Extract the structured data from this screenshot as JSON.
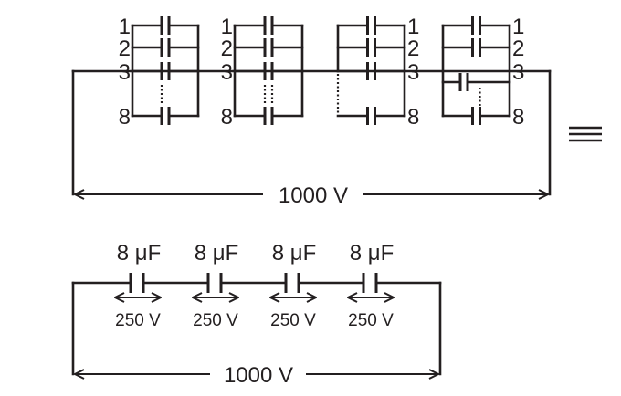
{
  "diagram": {
    "top_circuit": {
      "blocks": [
        {
          "id": "block-1",
          "labels_side": "left",
          "row_labels": [
            "1",
            "2",
            "3",
            "8"
          ]
        },
        {
          "id": "block-2",
          "labels_side": "left",
          "row_labels": [
            "1",
            "2",
            "3",
            "8"
          ]
        },
        {
          "id": "block-3",
          "labels_side": "right",
          "row_labels": [
            "1",
            "2",
            "3",
            "8"
          ]
        },
        {
          "id": "block-4",
          "labels_side": "right",
          "row_labels": [
            "1",
            "2",
            "3",
            "8"
          ]
        }
      ],
      "voltage_label": "1000 V"
    },
    "equivalence_symbol": "≡",
    "bottom_circuit": {
      "capacitors": [
        {
          "capacitance": "8 μF",
          "voltage": "250 V"
        },
        {
          "capacitance": "8 μF",
          "voltage": "250 V"
        },
        {
          "capacitance": "8 μF",
          "voltage": "250 V"
        },
        {
          "capacitance": "8 μF",
          "voltage": "250 V"
        }
      ],
      "voltage_label": "1000 V"
    }
  }
}
